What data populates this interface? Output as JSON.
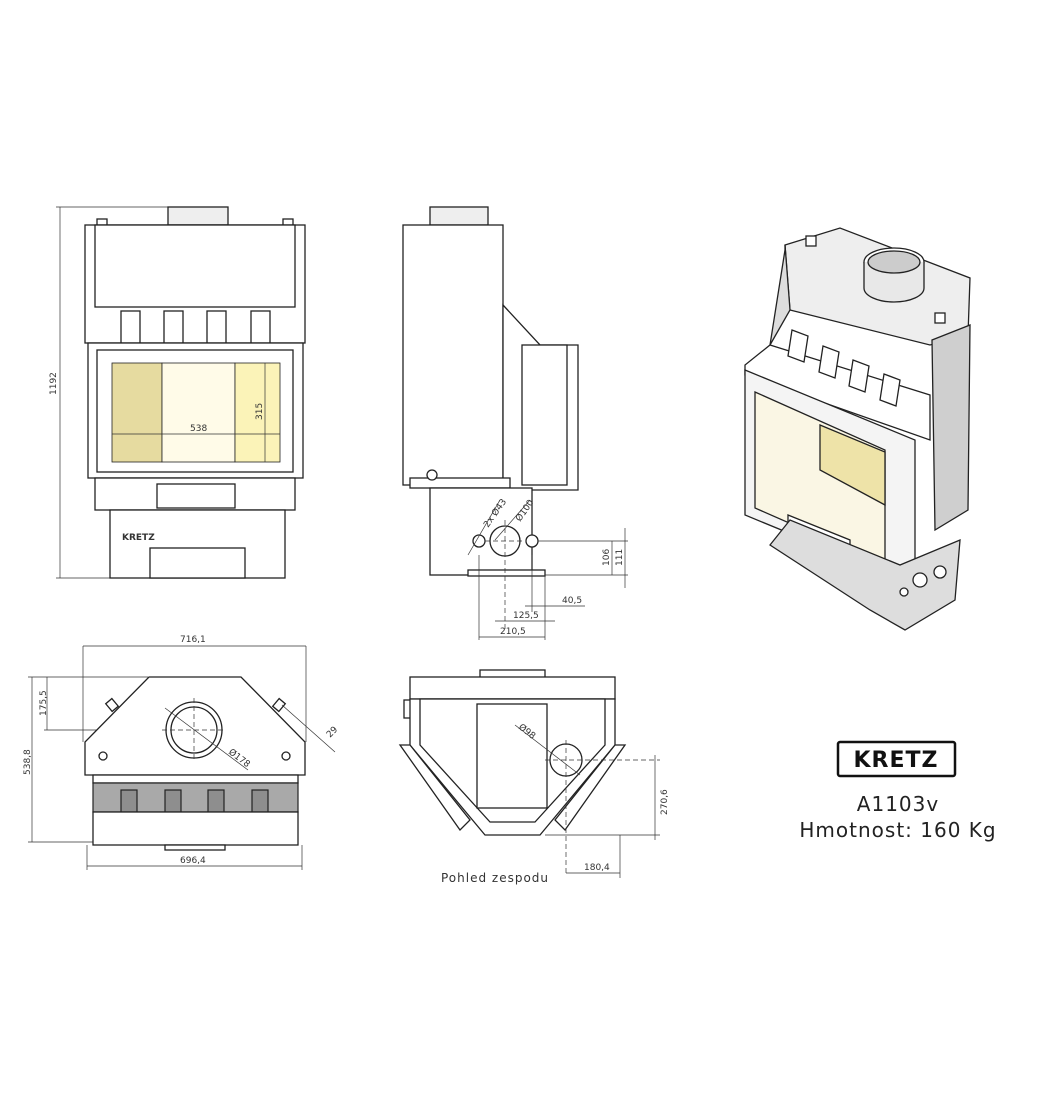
{
  "front_view": {
    "height_dim": "1192",
    "width_dim": "538",
    "glass_height_dim": "315",
    "logo": "KRETZ"
  },
  "side_view": {
    "holes_dim": "2x Ø43",
    "flue_dim": "Ø100",
    "dim_106": "106",
    "dim_111": "111",
    "dim_40_5": "40,5",
    "dim_125_5": "125,5",
    "dim_210_5": "210,5"
  },
  "top_view": {
    "width_dim": "716,1",
    "depth_dim": "538,8",
    "flue_offset_dim": "175,5",
    "flue_dim": "Ø178",
    "dim_29": "29",
    "bottom_width_dim": "696,4"
  },
  "bottom_view": {
    "caption": "Pohled zespodu",
    "hole_dim": "Ø98",
    "dim_270_6": "270,6",
    "dim_180_4": "180,4"
  },
  "product": {
    "logo": "KRETZ",
    "model": "A1103v",
    "weight": "Hmotnost: 160 Kg"
  }
}
